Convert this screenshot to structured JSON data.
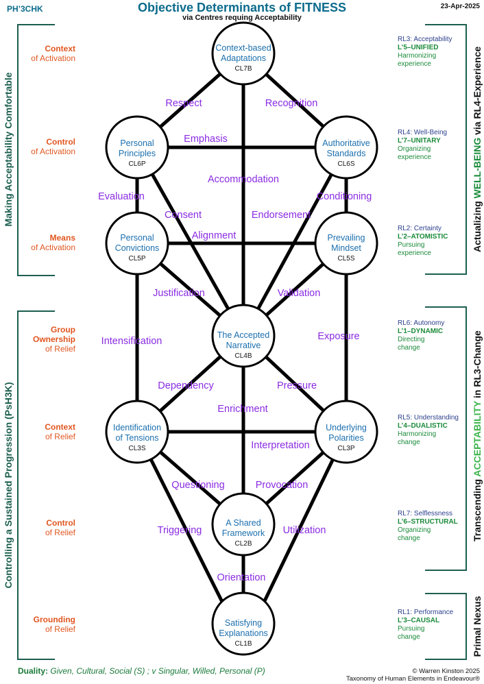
{
  "header": {
    "tag": "PH’3CHK",
    "date": "23-Apr-2025",
    "title": "Objective Determinants of FITNESS",
    "subtitle": "via Centres requing Acceptability"
  },
  "left_sections": {
    "upper": "Making Acceptability Comfortable",
    "lower": "Controlling a Sustained Progression (PsH3K)"
  },
  "row_labels": [
    {
      "a": "Context",
      "b": "of Activation"
    },
    {
      "a": "Control",
      "b": "of Activation"
    },
    {
      "a": "Means",
      "b": "of Activation"
    },
    {
      "a": "Group Ownership",
      "b": "of Relief"
    },
    {
      "a": "Context",
      "b": "of Relief"
    },
    {
      "a": "Control",
      "b": "of Relief"
    },
    {
      "a": "Grounding",
      "b": "of Relief"
    }
  ],
  "nodes": [
    {
      "id": "cl7",
      "line1": "Context-based",
      "line2": "Adaptations",
      "code": "CL7B"
    },
    {
      "id": "cl6p",
      "line1": "Personal",
      "line2": "Principles",
      "code": "CL6P"
    },
    {
      "id": "cl6s",
      "line1": "Authoritative",
      "line2": "Standards",
      "code": "CL6S"
    },
    {
      "id": "cl5p",
      "line1": "Personal",
      "line2": "Convictions",
      "code": "CL5P"
    },
    {
      "id": "cl5s",
      "line1": "Prevailing",
      "line2": "Mindset",
      "code": "CL5S"
    },
    {
      "id": "cl4",
      "line1": "The Accepted",
      "line2": "Narrative",
      "code": "CL4B"
    },
    {
      "id": "cl3s",
      "line1": "Identification",
      "line2": "of Tensions",
      "code": "CL3S"
    },
    {
      "id": "cl3p",
      "line1": "Underlying",
      "line2": "Polarities",
      "code": "CL3P"
    },
    {
      "id": "cl2",
      "line1": "A Shared",
      "line2": "Framework",
      "code": "CL2B"
    },
    {
      "id": "cl1",
      "line1": "Satisfying",
      "line2": "Explanations",
      "code": "CL1B"
    }
  ],
  "edge_labels": [
    "Respect",
    "Recognition",
    "Emphasis",
    "Accommodation",
    "Evaluation",
    "Conditioning",
    "Consent",
    "Endorsement",
    "Alignment",
    "Justification",
    "Validation",
    "Intensification",
    "Exposure",
    "Dependency",
    "Pressure",
    "Enrichment",
    "Interpretation",
    "Questioning",
    "Provocation",
    "Triggering",
    "Utilization",
    "Orientation"
  ],
  "right_levels": [
    {
      "h": "RL3: Acceptability",
      "n": "L’5–UNIFIED",
      "s1": "Harmonizing",
      "s2": "experience"
    },
    {
      "h": "RL4: Well-Being",
      "n": "L’7–UNITARY",
      "s1": "Organizing",
      "s2": "experience"
    },
    {
      "h": "RL2: Certainty",
      "n": "L’2–ATOMISTIC",
      "s1": "Pursuing",
      "s2": "experience"
    },
    {
      "h": "RL6: Autonomy",
      "n": "L’1–DYNAMIC",
      "s1": "Directing",
      "s2": "change"
    },
    {
      "h": "RL5: Understanding",
      "n": "L’4–DUALISTIC",
      "s1": "Harmonizing",
      "s2": "change"
    },
    {
      "h": "RL7: Selflessness",
      "n": "L’6–STRUCTURAL",
      "s1": "Organizing",
      "s2": "change"
    },
    {
      "h": "RL1: Performance",
      "n": "L’3–CAUSAL",
      "s1": "Pursuing",
      "s2": "change"
    }
  ],
  "right_sections": {
    "upper_a": "Actualizing",
    "upper_b": "WELL-BEING",
    "upper_c": "via RL4-Experience",
    "middle_a": "Transcending",
    "middle_b": "ACCEPTABILITY",
    "middle_c": "in RL3-Change",
    "lower": "Primal Nexus"
  },
  "footer": {
    "duality_label": "Duality:",
    "duality_text": "Given, Cultural, Social (S) ; v Singular, Willed, Personal (P)",
    "copyright": "© Warren Kinston 2025",
    "taxonomy": "Taxonomy of Human Elements in Endeavour®"
  },
  "colors": {
    "teal": "#0b6b8c",
    "orange": "#e0551f",
    "purple": "#8a2be2",
    "node_blue": "#1b6fae",
    "green": "#1a8a3a",
    "navy": "#2b3f8c"
  }
}
